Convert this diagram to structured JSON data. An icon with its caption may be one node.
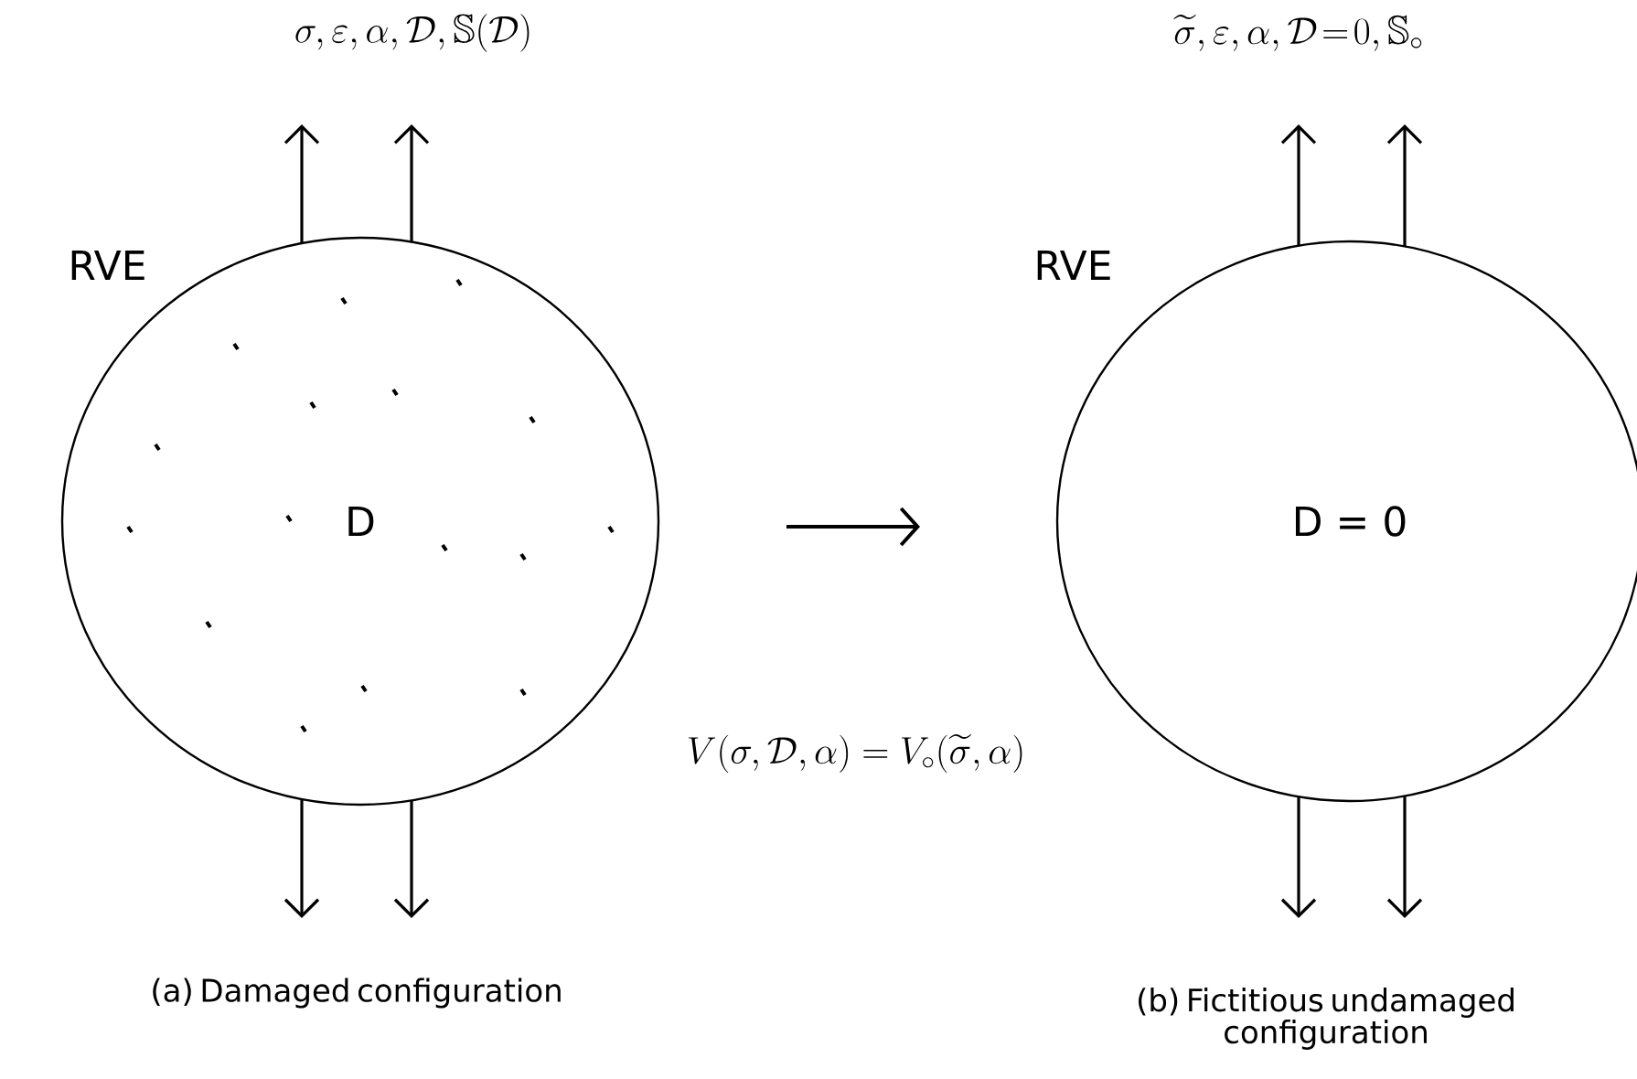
{
  "diagram": {
    "nodes": [
      {
        "text": [
          "D"
        ],
        "beside": [
          "RVE"
        ]
      },
      {
        "text": [
          "D = 0"
        ],
        "beside": [
          "RVE"
        ]
      }
    ],
    "labels": [
      "\\sigma,\\varepsilon,\\alpha,\\mathcal{D},\\mathbb{S}(\\mathcal{D})",
      "\\widetilde{\\sigma},\\varepsilon,\\alpha,\\mathcal{D}\\!=\\!0,\\mathbb{S}_{\\circ}",
      "V(\\sigma,\\mathcal{D},\\alpha) = V_{\\circ}(\\widetilde{\\sigma},\\alpha)",
      "(a) Damaged configuration",
      "(b) Fictitious undamaged configuration"
    ]
  }
}
